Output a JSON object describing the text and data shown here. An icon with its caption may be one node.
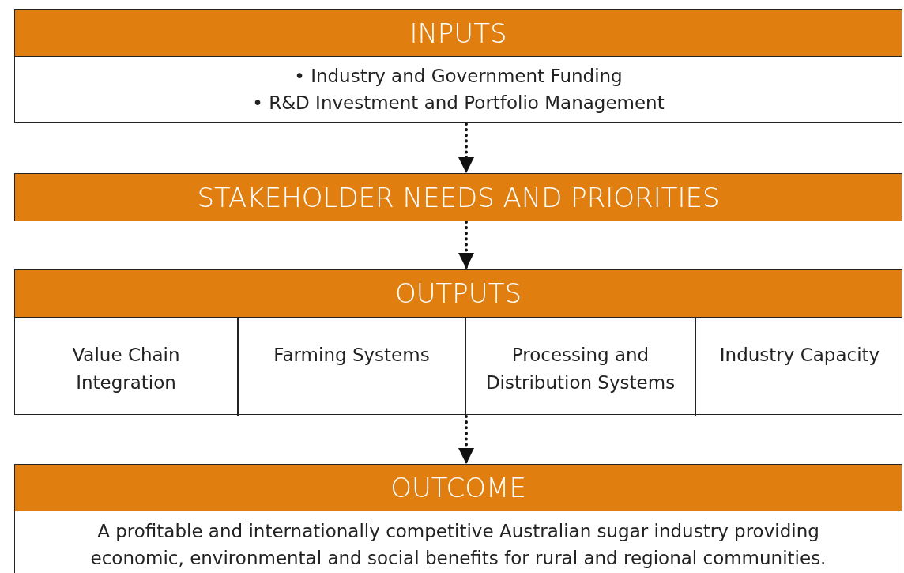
{
  "diagram": {
    "nodes": [
      {
        "text": [
          "INPUTS",
          "• Industry and Government Funding",
          "• R&D Investment and Portfolio Management"
        ]
      },
      {
        "text": [
          "STAKEHOLDER NEEDS AND PRIORITIES"
        ]
      },
      {
        "text": [
          "OUTPUTS"
        ]
      },
      {
        "text": [
          "Value Chain Integration"
        ],
        "in": 2
      },
      {
        "text": [
          "Farming Systems"
        ],
        "in": 2
      },
      {
        "text": [
          "Processing and Distribution Systems"
        ],
        "in": 2
      },
      {
        "text": [
          "Industry Capacity"
        ],
        "in": 2
      },
      {
        "text": [
          "OUTCOME",
          "A profitable and internationally competitive Australian sugar industry providing economic, environmental and social benefits for rural and regional communities."
        ]
      }
    ],
    "edges": [
      {
        "from": 0,
        "to": 1,
        "arrow": "to",
        "style": "dashed"
      },
      {
        "from": 1,
        "to": 2,
        "arrow": "to",
        "style": "dashed"
      },
      {
        "from": 2,
        "to": 7,
        "arrow": "to",
        "style": "dashed"
      }
    ]
  }
}
